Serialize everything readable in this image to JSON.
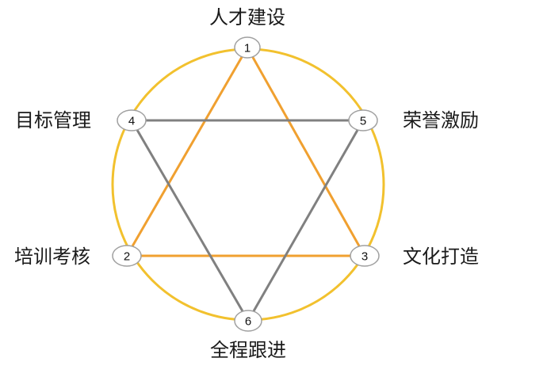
{
  "diagram": {
    "type": "hexagram",
    "colors": {
      "circle": "#f2c12e",
      "triangle_up": "#f0a030",
      "triangle_down": "#808080",
      "node_fill": "#ffffff",
      "node_stroke": "#a0a0a0",
      "text": "#1a1a1a"
    },
    "nodes": [
      {
        "id": "1",
        "label": "人才建设"
      },
      {
        "id": "2",
        "label": "培训考核"
      },
      {
        "id": "3",
        "label": "文化打造"
      },
      {
        "id": "4",
        "label": "目标管理"
      },
      {
        "id": "5",
        "label": "荣誉激励"
      },
      {
        "id": "6",
        "label": "全程跟进"
      }
    ],
    "edges": [
      {
        "from": "1",
        "to": "2",
        "color": "orange"
      },
      {
        "from": "2",
        "to": "3",
        "color": "orange"
      },
      {
        "from": "3",
        "to": "1",
        "color": "orange"
      },
      {
        "from": "4",
        "to": "5",
        "color": "gray"
      },
      {
        "from": "5",
        "to": "6",
        "color": "gray"
      },
      {
        "from": "6",
        "to": "4",
        "color": "gray"
      }
    ]
  }
}
